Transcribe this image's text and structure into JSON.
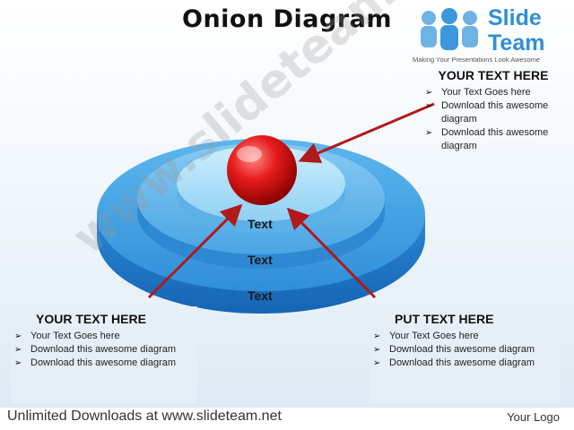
{
  "title": "Onion Diagram",
  "logo": {
    "word1": "Slide",
    "word2": "Team",
    "tagline": "Making Your Presentations Look Awesome"
  },
  "layers": [
    "Text",
    "Text",
    "Text"
  ],
  "panels": {
    "top": {
      "heading": "YOUR TEXT HERE",
      "items": [
        "Your Text Goes here",
        "Download this awesome diagram",
        "Download this awesome diagram"
      ]
    },
    "left": {
      "heading": "YOUR TEXT HERE",
      "items": [
        "Your Text Goes here",
        "Download this awesome diagram",
        "Download this awesome diagram"
      ]
    },
    "right": {
      "heading": "PUT TEXT HERE",
      "items": [
        "Your Text Goes here",
        "Download this awesome diagram",
        "Download this awesome diagram"
      ]
    }
  },
  "watermark": "www.slideteam.net",
  "footer": {
    "left": "Unlimited Downloads at www.slideteam.net",
    "right": "Your Logo"
  },
  "colors": {
    "outer_layer": "#2f8fd8",
    "middle_layer": "#56aee8",
    "inner_layer": "#9ed6f4",
    "core": "#e01818",
    "arrow": "#b01a1a"
  }
}
